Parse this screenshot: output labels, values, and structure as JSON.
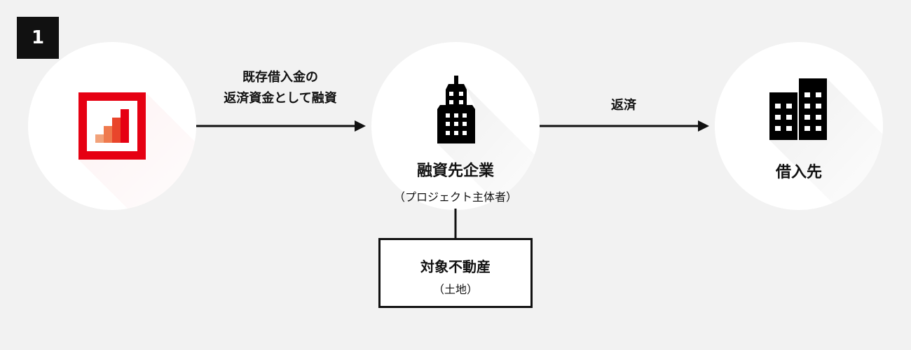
{
  "step_number": "1",
  "lender": {
    "icon": "bank-logo-icon",
    "colors": {
      "red": "#e60012",
      "bars": [
        "#f2a27a",
        "#ef7a4e",
        "#e9452b",
        "#e60012"
      ]
    }
  },
  "arrow1": {
    "line1": "既存借入金の",
    "line2": "返済資金として融資"
  },
  "borrower": {
    "icon": "office-building-icon",
    "label": "融資先企業",
    "sublabel": "（プロジェクト主体者）"
  },
  "arrow2": {
    "label": "返済"
  },
  "creditor": {
    "icon": "buildings-icon",
    "label": "借入先"
  },
  "collateral": {
    "label": "対象不動産",
    "sublabel": "（土地）"
  }
}
